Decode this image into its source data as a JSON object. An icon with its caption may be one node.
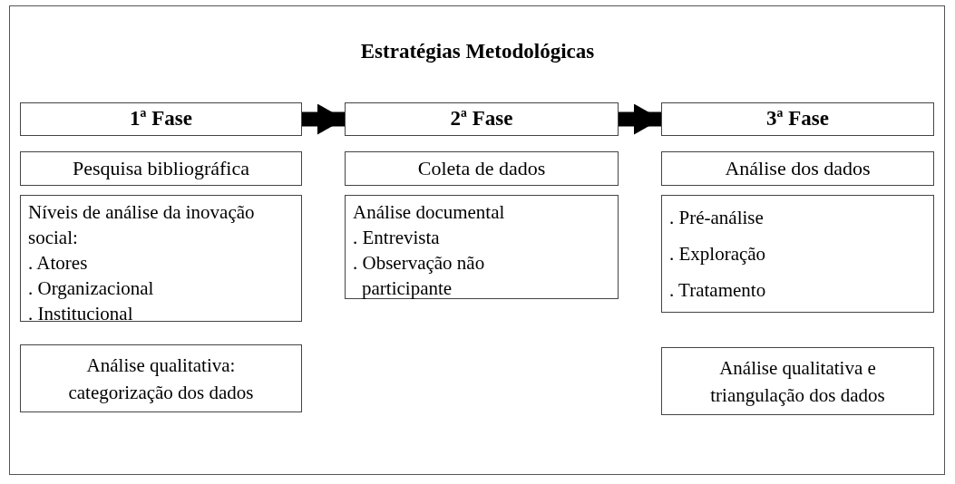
{
  "diagram": {
    "title": "Estratégias Metodológicas",
    "nodes": [
      {
        "text": [
          "1ª Fase"
        ]
      },
      {
        "text": [
          "2ª Fase"
        ]
      },
      {
        "text": [
          "3ª Fase"
        ]
      },
      {
        "text": [
          "Pesquisa bibliográfica"
        ]
      },
      {
        "text": [
          "Coleta de dados"
        ]
      },
      {
        "text": [
          "Análise dos dados"
        ]
      },
      {
        "text": [
          "Níveis de análise da inovação social:",
          ". Atores",
          ". Organizacional",
          ". Institucional"
        ]
      },
      {
        "text": [
          "Análise documental",
          ". Entrevista",
          ". Observação não participante"
        ]
      },
      {
        "text": [
          ". Pré-análise",
          ". Exploração",
          ". Tratamento"
        ]
      },
      {
        "text": [
          "Análise qualitativa: categorização dos dados"
        ]
      },
      {
        "text": [
          "Análise qualitativa e triangulação dos dados"
        ]
      }
    ],
    "edges": [
      {
        "from": 0,
        "to": 1,
        "arrow": "to"
      },
      {
        "from": 1,
        "to": 2,
        "arrow": "to"
      }
    ]
  }
}
